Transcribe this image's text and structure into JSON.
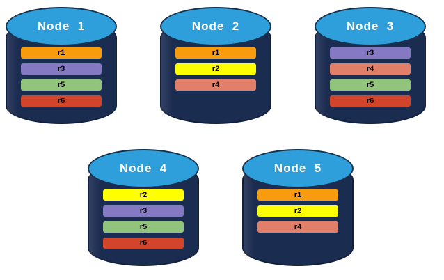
{
  "diagram": {
    "title": "data-replication-across-nodes",
    "background_color": "#ffffff"
  },
  "replica_colors": {
    "r1": "#f89b0c",
    "r2": "#ffff00",
    "r3": "#8579c4",
    "r4": "#e27f68",
    "r5": "#92c57c",
    "r6": "#d2452a"
  },
  "node_style": {
    "top_color": "#2e9fda",
    "body_color": "#1b2c51",
    "outline_color": "#13203c",
    "title_color": "#ffffff",
    "replica_label_color": "#000000"
  },
  "nodes": [
    {
      "id": "node-1",
      "title": "Node  1",
      "replicas": [
        {
          "label": "r1",
          "color": "#f89b0c"
        },
        {
          "label": "r3",
          "color": "#8579c4"
        },
        {
          "label": "r5",
          "color": "#92c57c"
        },
        {
          "label": "r6",
          "color": "#d2452a"
        }
      ]
    },
    {
      "id": "node-2",
      "title": "Node  2",
      "replicas": [
        {
          "label": "r1",
          "color": "#f89b0c"
        },
        {
          "label": "r2",
          "color": "#ffff00"
        },
        {
          "label": "r4",
          "color": "#e27f68"
        }
      ]
    },
    {
      "id": "node-3",
      "title": "Node  3",
      "replicas": [
        {
          "label": "r3",
          "color": "#8579c4"
        },
        {
          "label": "r4",
          "color": "#e27f68"
        },
        {
          "label": "r5",
          "color": "#92c57c"
        },
        {
          "label": "r6",
          "color": "#d2452a"
        }
      ]
    },
    {
      "id": "node-4",
      "title": "Node  4",
      "replicas": [
        {
          "label": "r2",
          "color": "#ffff00"
        },
        {
          "label": "r3",
          "color": "#8579c4"
        },
        {
          "label": "r5",
          "color": "#92c57c"
        },
        {
          "label": "r6",
          "color": "#d2452a"
        }
      ]
    },
    {
      "id": "node-5",
      "title": "Node  5",
      "replicas": [
        {
          "label": "r1",
          "color": "#f89b0c"
        },
        {
          "label": "r2",
          "color": "#ffff00"
        },
        {
          "label": "r4",
          "color": "#e27f68"
        }
      ]
    }
  ]
}
